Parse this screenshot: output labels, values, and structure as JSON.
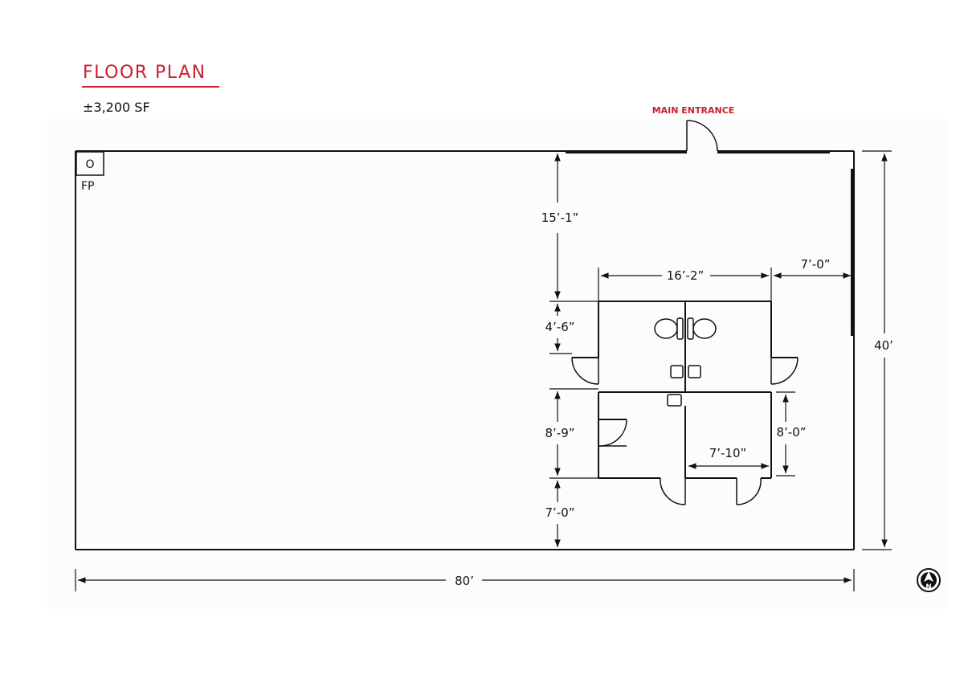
{
  "header": {
    "title": "FLOOR PLAN",
    "area": "±3,200 SF"
  },
  "plan": {
    "main_entrance": "MAIN ENTRANCE",
    "fp_label": "FP",
    "fp_symbol": "O",
    "overall_width": "80’",
    "overall_depth": "40’",
    "dims": {
      "front_to_core": "15’-1”",
      "core_width": "16’-2”",
      "core_to_side": "7’-0”",
      "restroom_depth": "4’-6”",
      "office_depth": "8’-9”",
      "core_to_rear": "7’-0”",
      "room_width": "7’-10”",
      "room_depth": "8’-0”"
    }
  },
  "compass": {
    "symbol": "N"
  },
  "colors": {
    "accent": "#c8202f",
    "line": "#111111"
  }
}
